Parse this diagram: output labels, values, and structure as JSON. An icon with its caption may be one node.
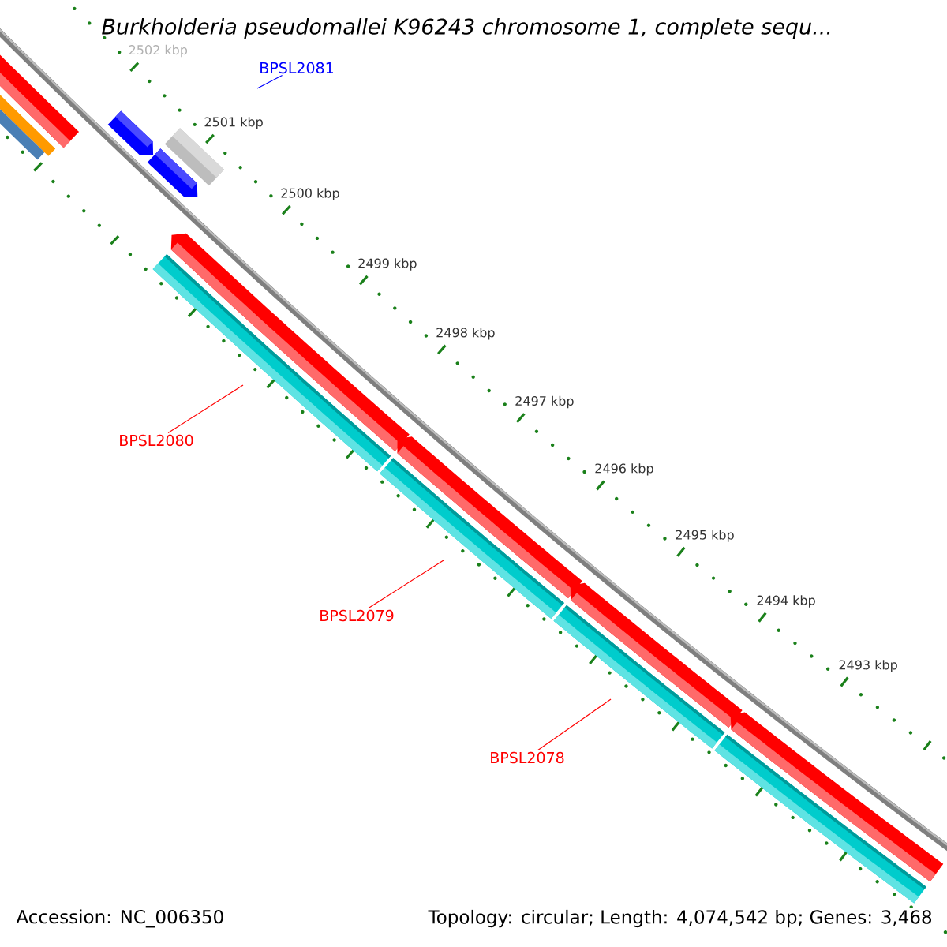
{
  "diagram": {
    "title": "Burkholderia pseudomallei K96243 chromosome 1, complete sequ...",
    "nodes": [
      {
        "text": [
          "BPSL2081"
        ]
      },
      {
        "text": [
          "BPSL2080"
        ]
      },
      {
        "text": [
          "BPSL2079"
        ]
      },
      {
        "text": [
          "BPSL2078"
        ]
      }
    ],
    "edges": [
      {
        "from": 0,
        "to": null,
        "arrow": "none",
        "color": "#0000ff"
      },
      {
        "from": 1,
        "to": null,
        "arrow": "none"
      },
      {
        "from": 2,
        "to": null,
        "arrow": "none"
      },
      {
        "from": 3,
        "to": null,
        "arrow": "none"
      }
    ],
    "labels": [
      "2502 kbp",
      "2501 kbp",
      "2500 kbp",
      "2499 kbp",
      "2498 kbp",
      "2497 kbp",
      "2496 kbp",
      "2495 kbp",
      "2494 kbp",
      "2493 kbp",
      "Accession: NC_006350",
      "Topology: circular; Length: 4,074,542 bp; Genes: 3,468"
    ]
  }
}
